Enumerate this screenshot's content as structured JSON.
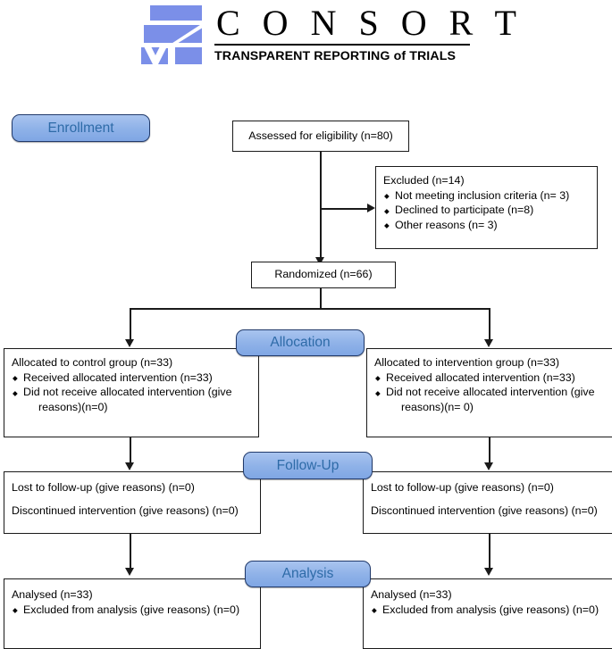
{
  "header": {
    "brand": "C O N S O R T",
    "tagline": "TRANSPARENT REPORTING of TRIALS",
    "logo_color": "#7B8FE8"
  },
  "theme": {
    "badge_fill": "#8FB2E8",
    "badge_border": "#213a6b",
    "badge_text": "#2E6BA8",
    "line_color": "#1a1a1a"
  },
  "stages": {
    "enrollment": "Enrollment",
    "allocation": "Allocation",
    "followup": "Follow-Up",
    "analysis": "Analysis"
  },
  "boxes": {
    "assessed": {
      "title": "Assessed for eligibility (n=80)"
    },
    "excluded": {
      "title": "Excluded (n=14)",
      "items": [
        "Not meeting inclusion criteria (n= 3)",
        "Declined to participate (n=8)",
        "Other reasons (n= 3)"
      ]
    },
    "randomized": {
      "title": "Randomized (n=66)"
    },
    "alloc_left": {
      "title": "Allocated to control group (n=33)",
      "items": [
        "Received allocated intervention (n=33)",
        "Did not receive allocated intervention (give"
      ],
      "cont": "reasons)(n=0)"
    },
    "alloc_right": {
      "title": "Allocated to intervention group (n=33)",
      "items": [
        "Received allocated intervention (n=33)",
        "Did not receive allocated intervention (give"
      ],
      "cont": "reasons)(n= 0)"
    },
    "follow_left": {
      "line1": "Lost to follow-up (give reasons) (n=0)",
      "line2": "Discontinued intervention (give reasons) (n=0)"
    },
    "follow_right": {
      "line1": "Lost to follow-up (give reasons) (n=0)",
      "line2": "Discontinued intervention (give reasons) (n=0)"
    },
    "analysis_left": {
      "title": "Analysed (n=33)",
      "items": [
        "Excluded from analysis (give reasons) (n=0)"
      ]
    },
    "analysis_right": {
      "title": "Analysed (n=33)",
      "items": [
        "Excluded from analysis (give reasons) (n=0)"
      ]
    }
  },
  "flow_data": {
    "assessed_for_eligibility": 80,
    "excluded_total": 14,
    "excluded_not_meeting_criteria": 3,
    "excluded_declined": 8,
    "excluded_other": 3,
    "randomized": 66,
    "control_allocated": 33,
    "control_received": 33,
    "control_not_received": 0,
    "control_lost_followup": 0,
    "control_discontinued": 0,
    "control_analysed": 33,
    "control_excluded_from_analysis": 0,
    "intervention_allocated": 33,
    "intervention_received": 33,
    "intervention_not_received": 0,
    "intervention_lost_followup": 0,
    "intervention_discontinued": 0,
    "intervention_analysed": 33,
    "intervention_excluded_from_analysis": 0
  }
}
